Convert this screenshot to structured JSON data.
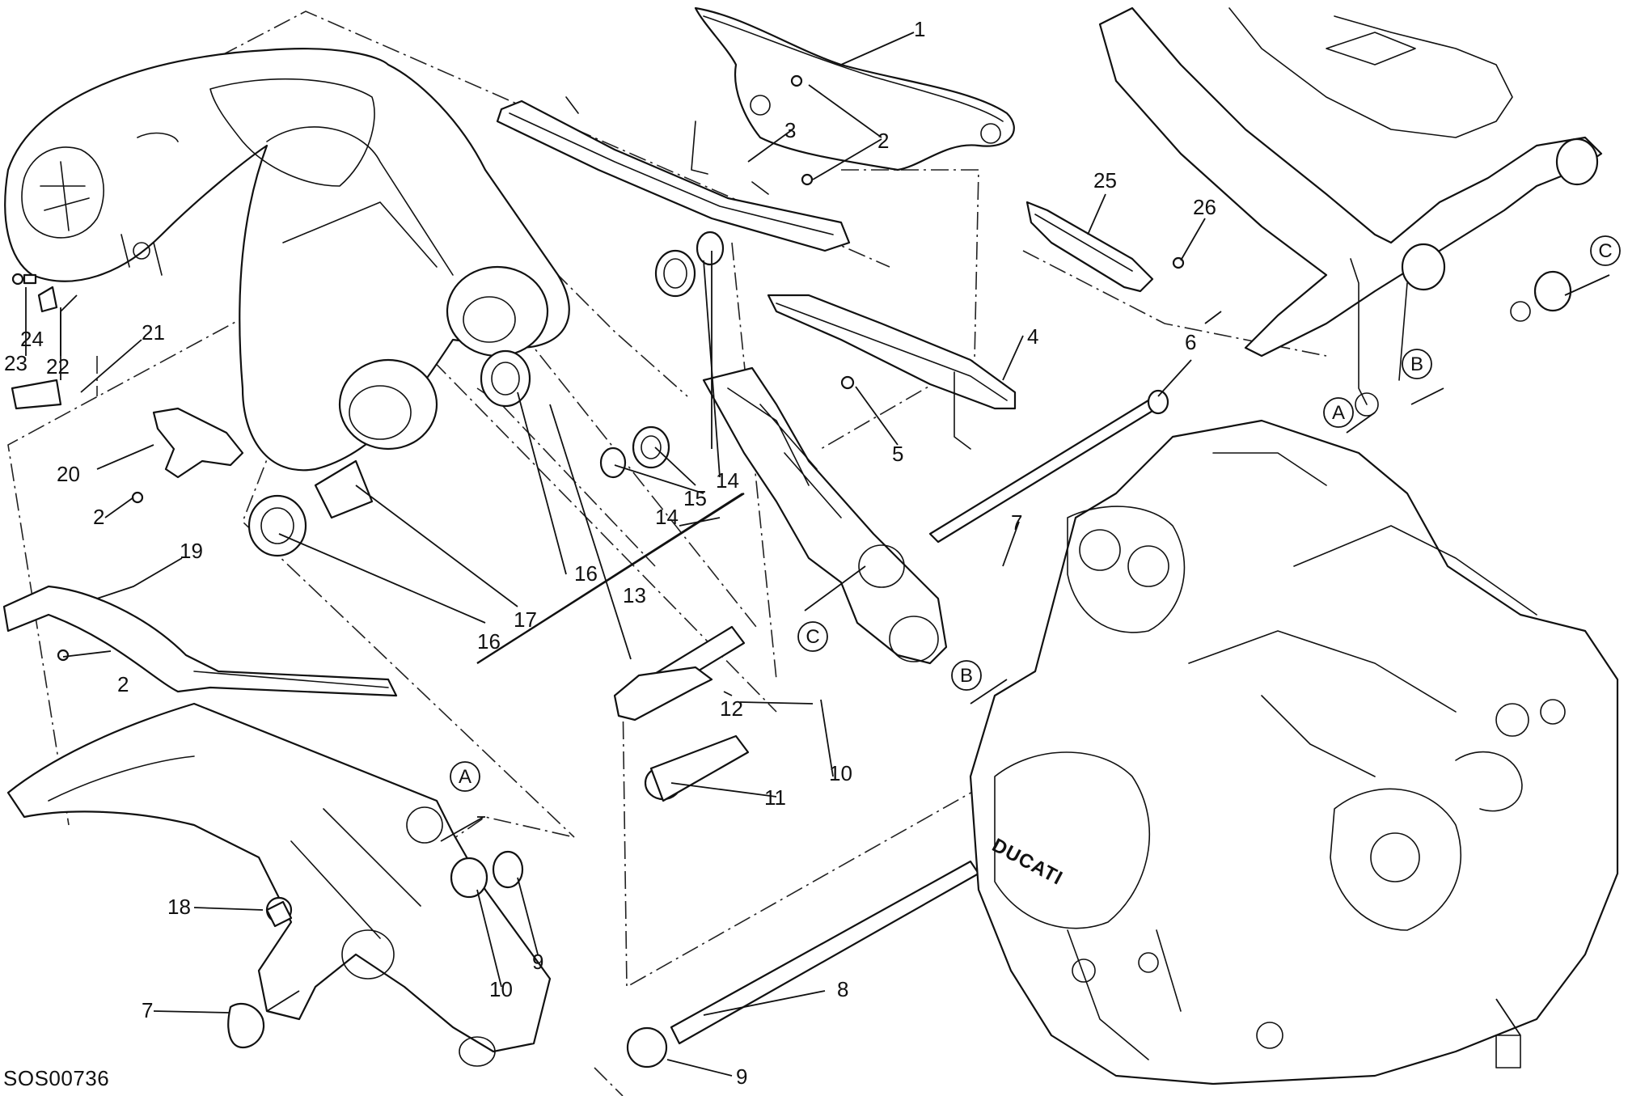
{
  "diagram": {
    "drawing_code": "SOS00736",
    "callouts": [
      {
        "id": "c1",
        "label": "1"
      },
      {
        "id": "c2a",
        "label": "2"
      },
      {
        "id": "c3",
        "label": "3"
      },
      {
        "id": "c4",
        "label": "4"
      },
      {
        "id": "c5",
        "label": "5"
      },
      {
        "id": "c6",
        "label": "6"
      },
      {
        "id": "c7a",
        "label": "7"
      },
      {
        "id": "c7b",
        "label": "7"
      },
      {
        "id": "c8",
        "label": "8"
      },
      {
        "id": "c9a",
        "label": "9"
      },
      {
        "id": "c9b",
        "label": "9"
      },
      {
        "id": "c10a",
        "label": "10"
      },
      {
        "id": "c10b",
        "label": "10"
      },
      {
        "id": "c11",
        "label": "11"
      },
      {
        "id": "c12",
        "label": "12"
      },
      {
        "id": "c13",
        "label": "13"
      },
      {
        "id": "c14a",
        "label": "14"
      },
      {
        "id": "c14b",
        "label": "14"
      },
      {
        "id": "c15",
        "label": "15"
      },
      {
        "id": "c16a",
        "label": "16"
      },
      {
        "id": "c16b",
        "label": "16"
      },
      {
        "id": "c17",
        "label": "17"
      },
      {
        "id": "c18",
        "label": "18"
      },
      {
        "id": "c19",
        "label": "19"
      },
      {
        "id": "c20",
        "label": "20"
      },
      {
        "id": "c2b",
        "label": "2"
      },
      {
        "id": "c2c",
        "label": "2"
      },
      {
        "id": "c21",
        "label": "21"
      },
      {
        "id": "c22",
        "label": "22"
      },
      {
        "id": "c23",
        "label": "23"
      },
      {
        "id": "c24",
        "label": "24"
      },
      {
        "id": "c25",
        "label": "25"
      },
      {
        "id": "c26",
        "label": "26"
      }
    ],
    "refs": [
      {
        "id": "rA1",
        "label": "A"
      },
      {
        "id": "rA2",
        "label": "A"
      },
      {
        "id": "rB1",
        "label": "B"
      },
      {
        "id": "rB2",
        "label": "B"
      },
      {
        "id": "rC1",
        "label": "C"
      },
      {
        "id": "rC2",
        "label": "C"
      }
    ],
    "logo_text": "DUCATI"
  }
}
